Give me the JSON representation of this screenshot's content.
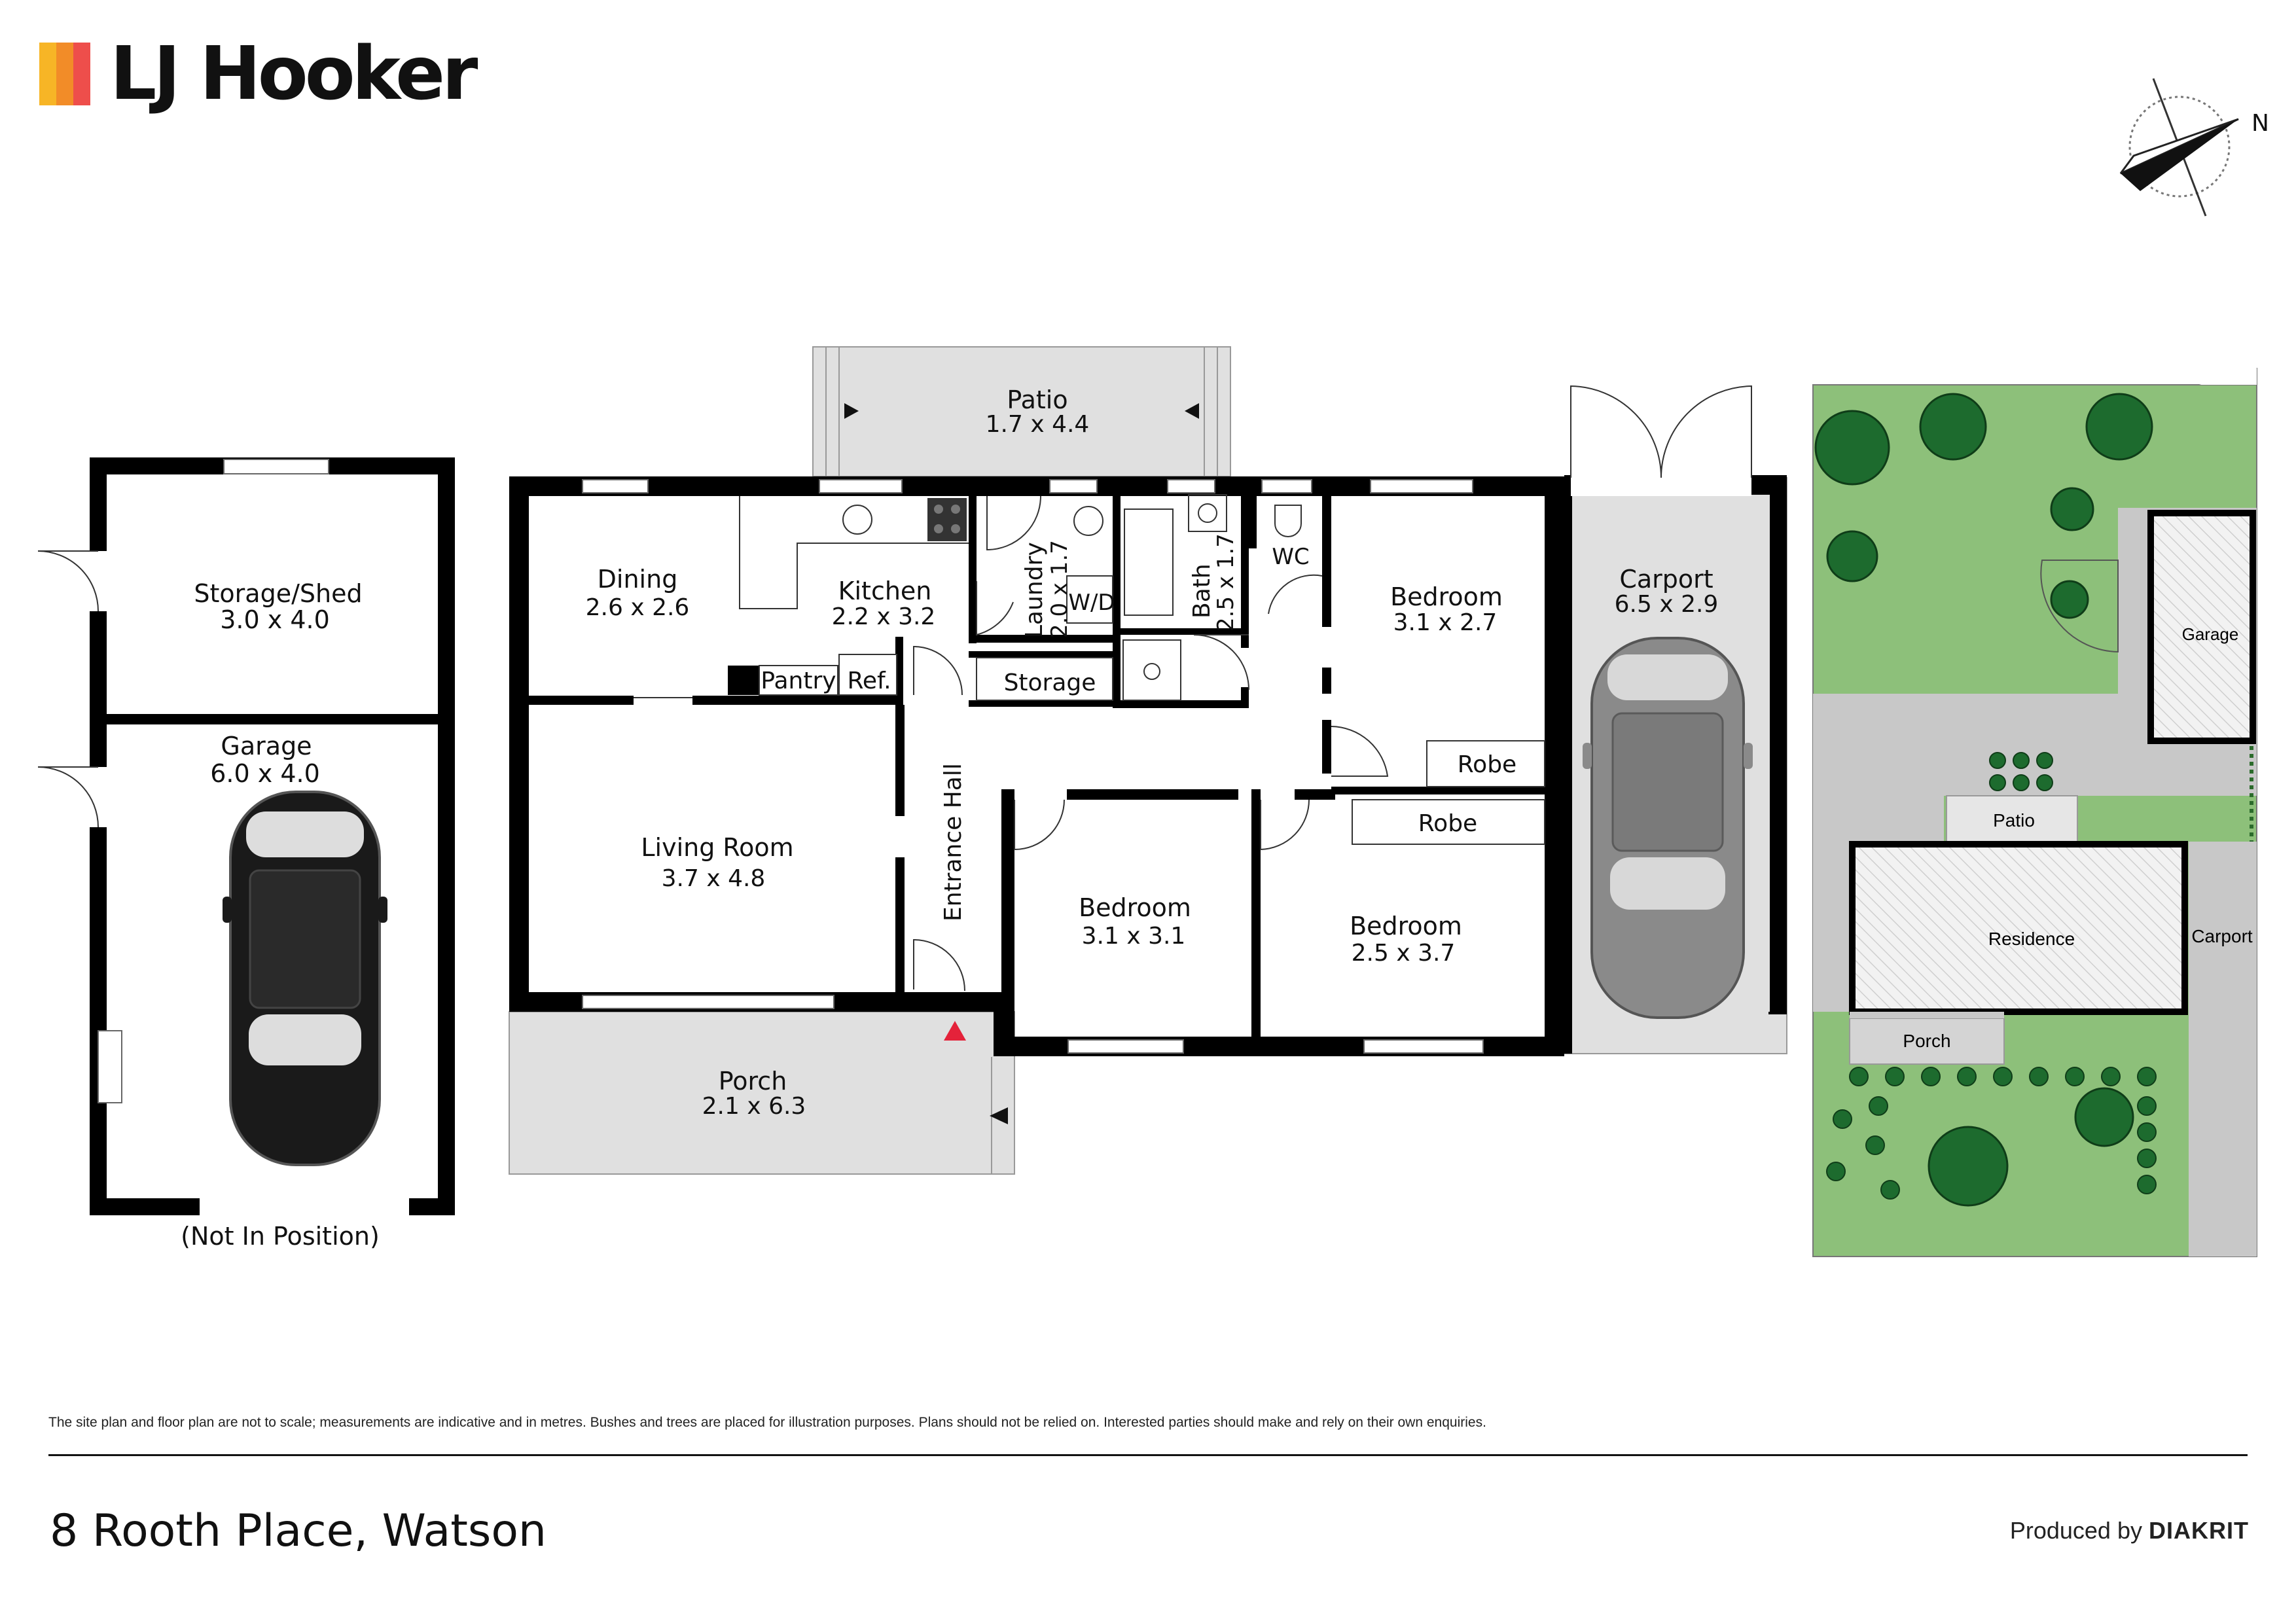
{
  "brand": {
    "name": "LJ Hooker",
    "colors": [
      "#f7b526",
      "#f28c28",
      "#ee4e4b"
    ]
  },
  "compass": {
    "north": "N"
  },
  "outbuilding": {
    "shed": {
      "name": "Storage/Shed",
      "dims": "3.0 x 4.0"
    },
    "garage": {
      "name": "Garage",
      "dims": "6.0 x 4.0"
    },
    "note": "(Not In Position)"
  },
  "rooms": {
    "patio": {
      "name": "Patio",
      "dims": "1.7 x 4.4"
    },
    "dining": {
      "name": "Dining",
      "dims": "2.6 x 2.6"
    },
    "kitchen": {
      "name": "Kitchen",
      "dims": "2.2 x 3.2"
    },
    "laundry": {
      "name": "Laundry",
      "dims": "2.0 x 1.7"
    },
    "wd": "W/D",
    "bath": {
      "name": "Bath",
      "dims": "2.5 x 1.7"
    },
    "wc": "WC",
    "bedroom1": {
      "name": "Bedroom",
      "dims": "3.1 x 2.7"
    },
    "carport": {
      "name": "Carport",
      "dims": "6.5 x 2.9"
    },
    "pantry": "Pantry",
    "ref": "Ref.",
    "storage": "Storage",
    "robe1": "Robe",
    "robe2": "Robe",
    "living": {
      "name": "Living Room",
      "dims": "3.7 x 4.8"
    },
    "entrance": "Entrance Hall",
    "bedroom2": {
      "name": "Bedroom",
      "dims": "3.1 x 3.1"
    },
    "bedroom3": {
      "name": "Bedroom",
      "dims": "2.5 x 3.7"
    },
    "porch": {
      "name": "Porch",
      "dims": "2.1 x 6.3"
    }
  },
  "site": {
    "garage": "Garage",
    "patio": "Patio",
    "residence": "Residence",
    "carport": "Carport",
    "porch": "Porch"
  },
  "colors": {
    "wall": "#000000",
    "floor_grey": "#e0e0e0",
    "lawn": "#8dc07a",
    "paving": "#c8c8c8",
    "tree": "#1d6b2e",
    "entry_marker": "#e4223a"
  },
  "footer": {
    "disclaimer": "The site plan and floor plan are not to scale; measurements are indicative and in metres. Bushes and trees are placed for illustration purposes. Plans should not be relied on. Interested parties should make and rely on their own enquiries.",
    "address": "8 Rooth Place, Watson",
    "produced_prefix": "Produced by",
    "produced_brand": "DIAKRIT"
  }
}
